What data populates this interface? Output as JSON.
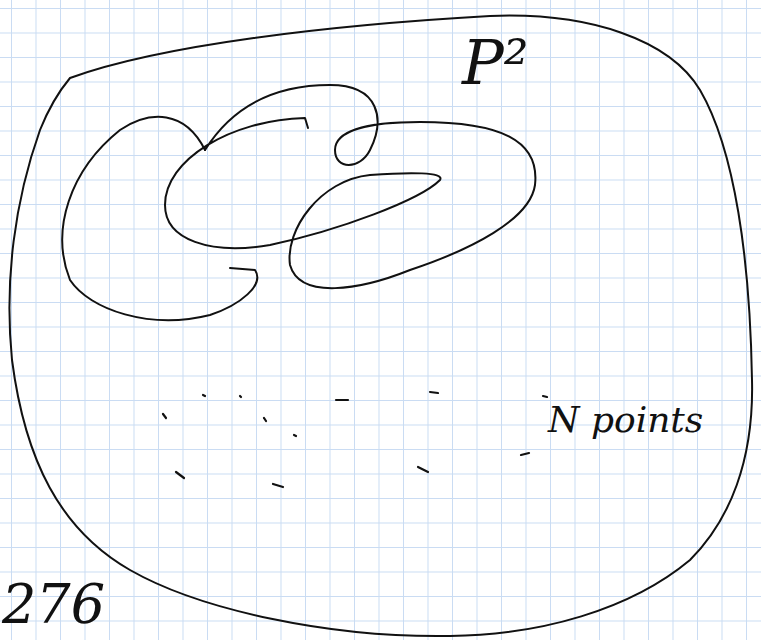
{
  "diagram": {
    "labels": [
      "P²",
      "N points",
      "276"
    ]
  }
}
